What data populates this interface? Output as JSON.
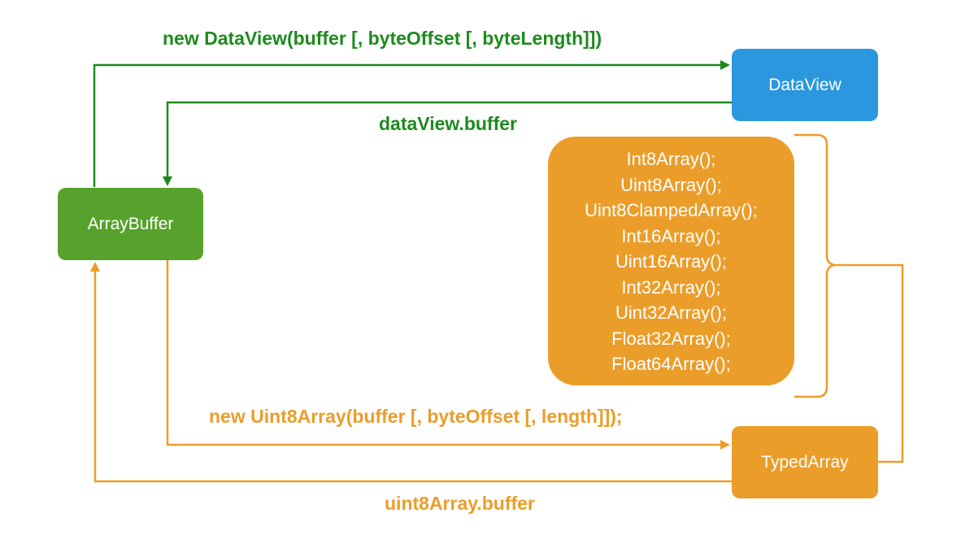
{
  "nodes": {
    "dataview": "DataView",
    "arraybuffer": "ArrayBuffer",
    "typedarray": "TypedArray"
  },
  "typed_array_constructors": [
    "Int8Array();",
    "Uint8Array();",
    "Uint8ClampedArray();",
    "Int16Array();",
    "Uint16Array();",
    "Int32Array();",
    "Uint32Array();",
    "Float32Array();",
    "Float64Array();"
  ],
  "edges": {
    "new_dataview": "new DataView(buffer [, byteOffset [, byteLength]])",
    "dataview_buffer": "dataView.buffer",
    "new_uint8array": "new Uint8Array(buffer [, byteOffset [, length]]);",
    "uint8array_buffer": "uint8Array.buffer"
  },
  "colors": {
    "dataview": "#2b97de",
    "arraybuffer": "#57a22c",
    "typedarray": "#eb9d2a",
    "green_edge": "#1e8a1e",
    "orange_edge": "#eb9d2a"
  }
}
